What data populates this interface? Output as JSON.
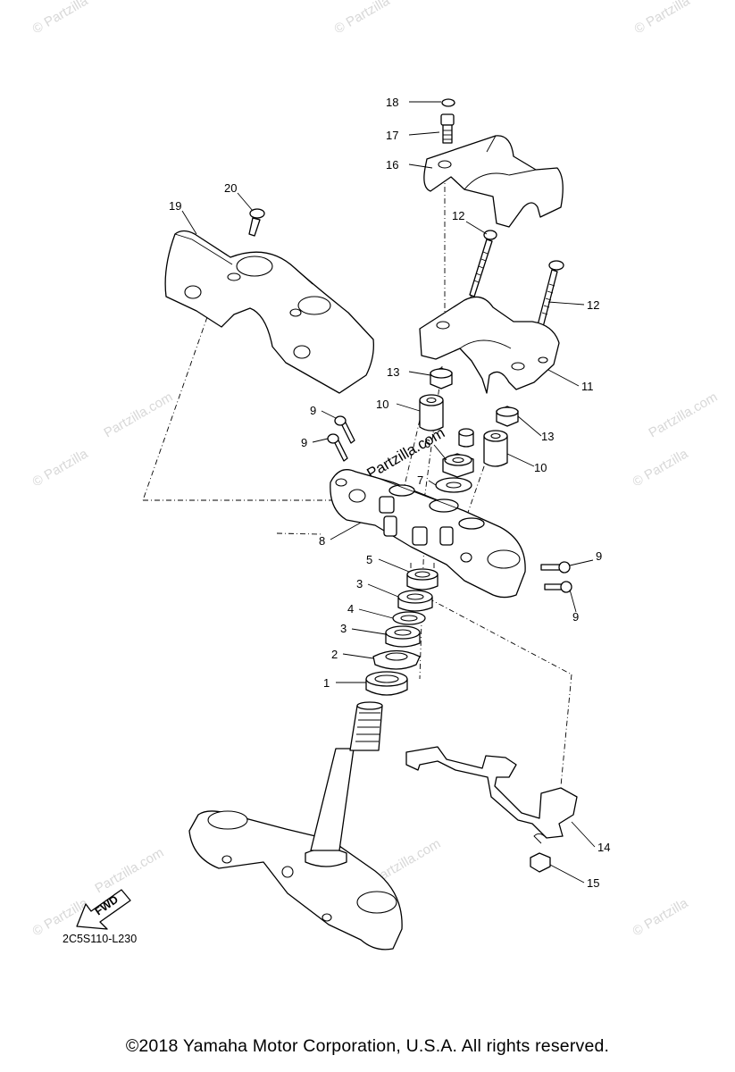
{
  "diagram": {
    "diagram_code": "2C5S110-L230",
    "fwd_label": "FWD",
    "copyright": "©2018  Yamaha Motor Corporation, U.S.A. All rights reserved.",
    "watermark": "© Partzilla",
    "watermark_center": "© Partzilla.com",
    "watermark_site": "Partzilla.com",
    "callouts": [
      {
        "id": "c18",
        "label": "18"
      },
      {
        "id": "c17",
        "label": "17"
      },
      {
        "id": "c16",
        "label": "16"
      },
      {
        "id": "c20",
        "label": "20"
      },
      {
        "id": "c19",
        "label": "19"
      },
      {
        "id": "c12a",
        "label": "12"
      },
      {
        "id": "c12b",
        "label": "12"
      },
      {
        "id": "c11",
        "label": "11"
      },
      {
        "id": "c13a",
        "label": "13"
      },
      {
        "id": "c13b",
        "label": "13"
      },
      {
        "id": "c10a",
        "label": "10"
      },
      {
        "id": "c10b",
        "label": "10"
      },
      {
        "id": "c9a",
        "label": "9"
      },
      {
        "id": "c9b",
        "label": "9"
      },
      {
        "id": "c9c",
        "label": "9"
      },
      {
        "id": "c9d",
        "label": "9"
      },
      {
        "id": "c7",
        "label": "7"
      },
      {
        "id": "c6",
        "label": "6"
      },
      {
        "id": "c8",
        "label": "8"
      },
      {
        "id": "c5",
        "label": "5"
      },
      {
        "id": "c3a",
        "label": "3"
      },
      {
        "id": "c4",
        "label": "4"
      },
      {
        "id": "c3b",
        "label": "3"
      },
      {
        "id": "c2",
        "label": "2"
      },
      {
        "id": "c1",
        "label": "1"
      },
      {
        "id": "c14",
        "label": "14"
      },
      {
        "id": "c15",
        "label": "15"
      }
    ]
  }
}
